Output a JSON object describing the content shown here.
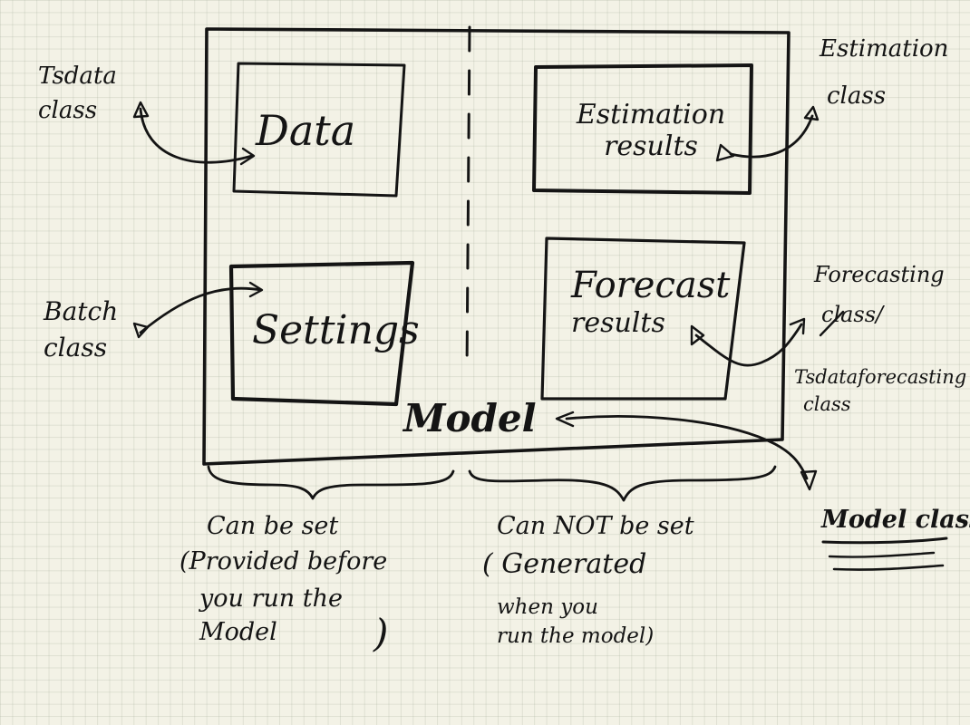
{
  "diagram": {
    "boxes": {
      "data": "Data",
      "settings": "Settings",
      "estimation_line1": "Estimation",
      "estimation_line2": "results",
      "forecast_line1": "Forecast",
      "forecast_line2": "results",
      "model": "Model"
    },
    "side_labels": {
      "tsdata_line1": "Tsdata",
      "tsdata_line2": "class",
      "batch_line1": "Batch",
      "batch_line2": "class",
      "estimation_class_line1": "Estimation",
      "estimation_class_line2": "class",
      "forecasting_line1": "Forecasting",
      "forecasting_line2": "class/",
      "tsdataforecasting_line1": "Tsdataforecasting",
      "tsdataforecasting_line2": "class",
      "model_class": "Model class"
    },
    "bottom_notes": {
      "left_line1": "Can be set",
      "left_line2": "(Provided before",
      "left_line3": "you run the",
      "left_line4": "Model",
      "left_close": ")",
      "right_line1": "Can NOT be set",
      "right_line2": "( Generated",
      "right_line3": "when you",
      "right_line4": "run the model)"
    },
    "ink_color": "#141414",
    "paper_color": "#f3f2e6"
  }
}
